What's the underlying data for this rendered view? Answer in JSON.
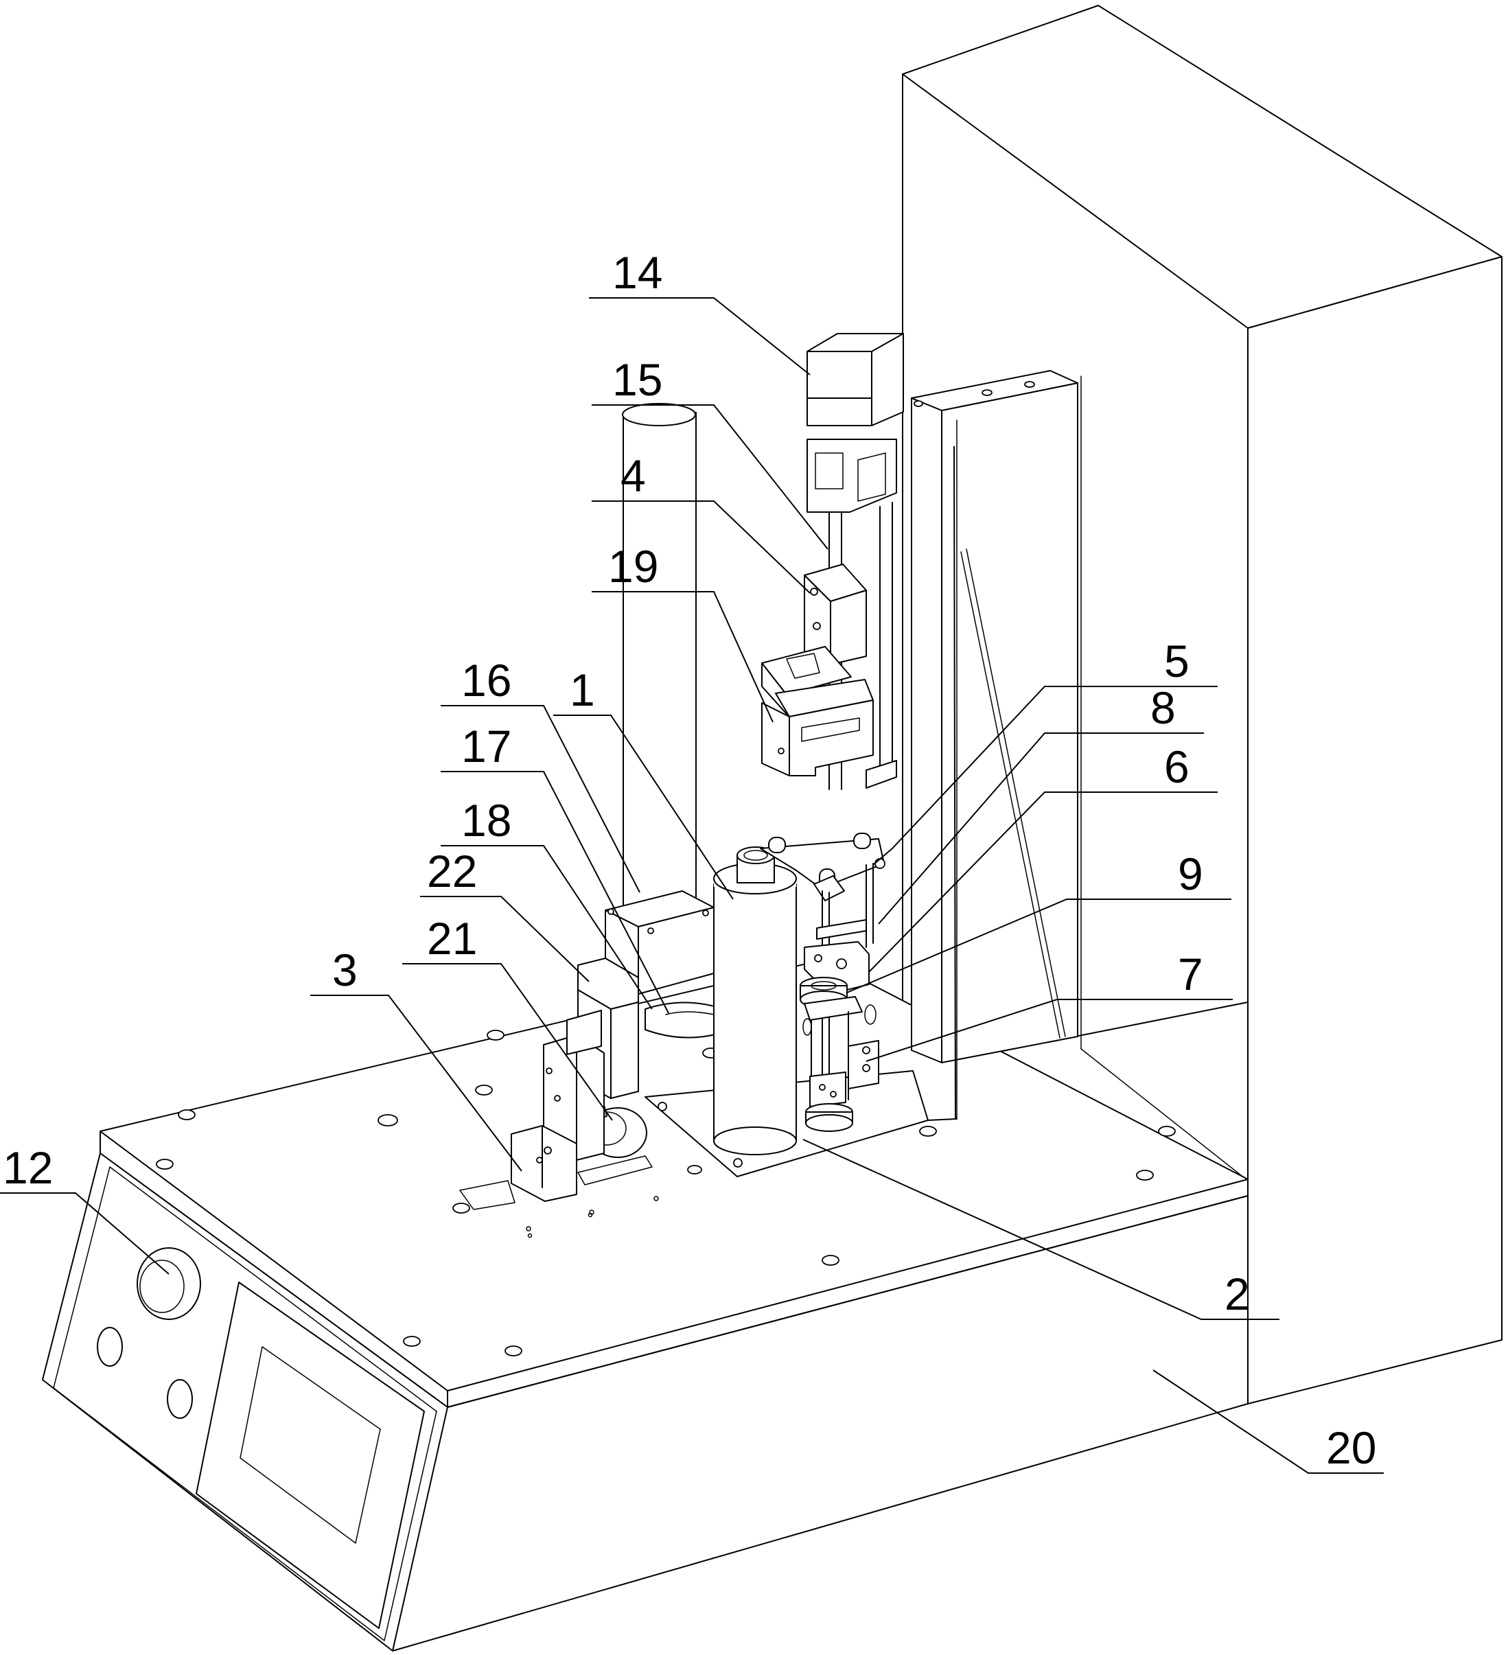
{
  "drawing": {
    "style": "isometric line drawing",
    "stroke_color": "#000000",
    "background_color": "#ffffff"
  },
  "callouts": {
    "c14": "14",
    "c15": "15",
    "c4": "4",
    "c19": "19",
    "c16": "16",
    "c1": "1",
    "c17": "17",
    "c18": "18",
    "c22": "22",
    "c21": "21",
    "c3": "3",
    "c12": "12",
    "c5": "5",
    "c8": "8",
    "c6": "6",
    "c9": "9",
    "c7": "7",
    "c2": "2",
    "c20": "20"
  }
}
